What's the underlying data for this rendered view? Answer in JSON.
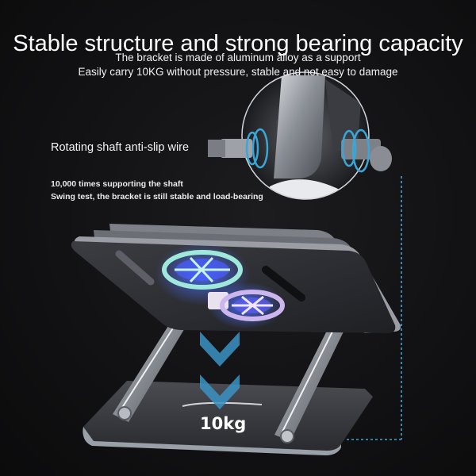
{
  "header": {
    "headline": "Stable structure and strong bearing capacity",
    "subtitle_lines": [
      "The bracket is made of aluminum alloy as a support",
      "Easily carry 10KG without pressure, stable and not easy to damage"
    ]
  },
  "feature": {
    "title": "Rotating shaft anti-slip wire",
    "description_lines": [
      "10,000 times supporting the shaft",
      "Swing test, the bracket is still stable and load-bearing"
    ]
  },
  "load": {
    "weight_label": "10kg",
    "arrow_icon": "double-chevron-down-icon"
  },
  "colors": {
    "background": "#121214",
    "text": "#ffffff",
    "accent_blue": "#3aa6d8",
    "aluminum": "#8e9298",
    "dark_panel": "#2b2c30"
  },
  "illustration": {
    "product": "aluminum laptop stand with cooling fans",
    "detail_callout": "hinge shaft magnified circle"
  }
}
